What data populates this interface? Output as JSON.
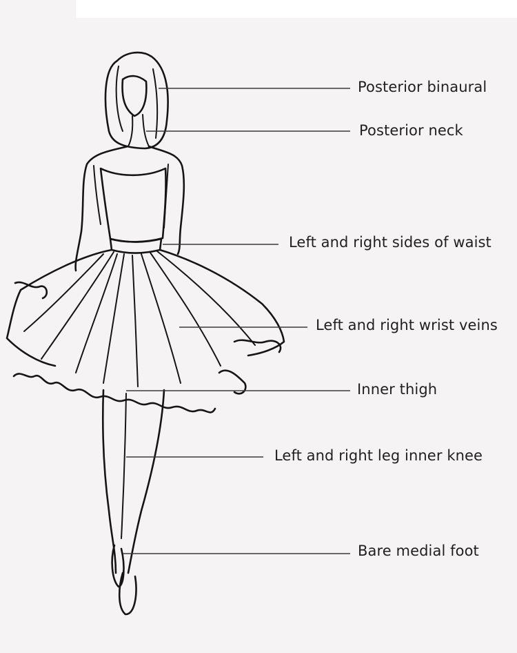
{
  "labels": [
    {
      "id": "posterior-binaural",
      "text": "Posterior binaural"
    },
    {
      "id": "posterior-neck",
      "text": "Posterior neck"
    },
    {
      "id": "waist-sides",
      "text": "Left and right sides of waist"
    },
    {
      "id": "wrist-veins",
      "text": "Left and right wrist veins"
    },
    {
      "id": "inner-thigh",
      "text": "Inner thigh"
    },
    {
      "id": "inner-knee",
      "text": "Left and right leg inner knee"
    },
    {
      "id": "medial-foot",
      "text": "Bare medial foot"
    }
  ],
  "colors": {
    "background": "#f6f3f5",
    "ink": "#151515",
    "text": "#1f1f1f"
  }
}
